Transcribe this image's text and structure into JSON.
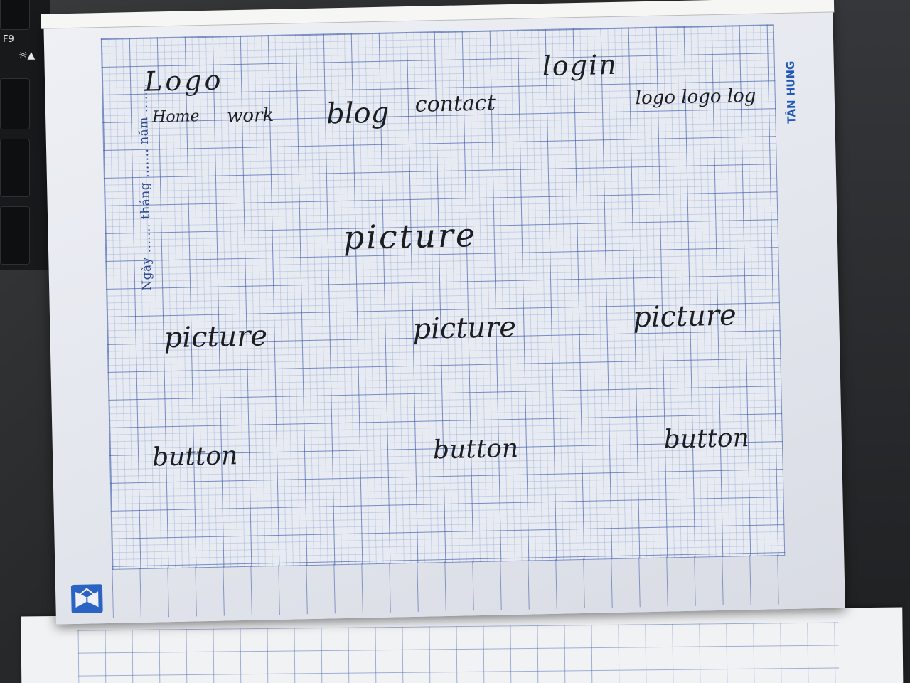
{
  "keyboard": {
    "fkey_label": "F9",
    "fkey_icon": "sun-icon"
  },
  "notebook": {
    "brand": "TÂN HUNG",
    "margin_date": "Ngày ....... tháng ....... năm .......",
    "publisher_logo_icon": "book-logo-icon"
  },
  "sketch": {
    "logo": "Logo",
    "login": "login",
    "nav": [
      "Home",
      "work",
      "blog",
      "contact"
    ],
    "logos": "logo logo log",
    "hero_picture": "picture",
    "pictures": [
      "picture",
      "picture",
      "picture"
    ],
    "buttons": [
      "button",
      "button",
      "button"
    ]
  },
  "colors": {
    "grid_blue": "#3755a5",
    "brand_blue": "#1f57b8",
    "ink": "#1c1d20"
  }
}
